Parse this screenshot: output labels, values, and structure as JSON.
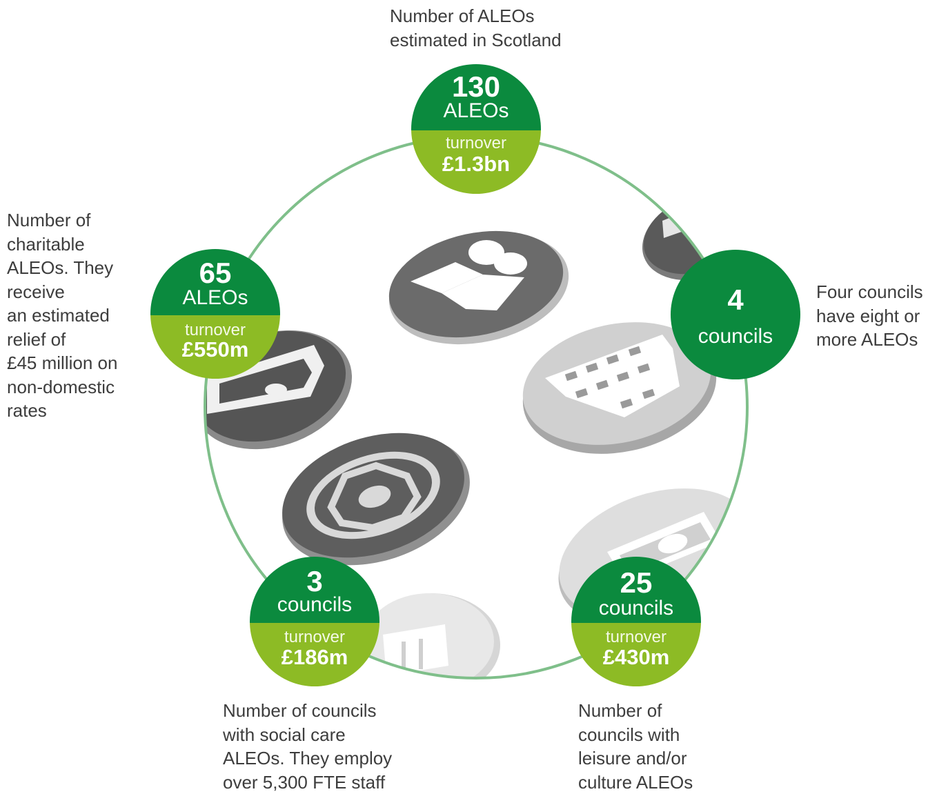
{
  "colors": {
    "dark_green": "#0b8a3e",
    "light_green": "#8dbb25",
    "ring": "#7fbf8a",
    "text": "#3d3d3d"
  },
  "badges": {
    "top": {
      "number": "130",
      "unit": "ALEOs",
      "turnover_label": "turnover",
      "turnover_value": "£1.3bn"
    },
    "left": {
      "number": "65",
      "unit": "ALEOs",
      "turnover_label": "turnover",
      "turnover_value": "£550m"
    },
    "right": {
      "number": "4",
      "unit": "councils"
    },
    "bottom_left": {
      "number": "3",
      "unit": "councils",
      "turnover_label": "turnover",
      "turnover_value": "£186m"
    },
    "bottom_right": {
      "number": "25",
      "unit": "councils",
      "turnover_label": "turnover",
      "turnover_value": "£430m"
    }
  },
  "captions": {
    "top": "Number of ALEOs\nestimated in Scotland",
    "left": "Number of\ncharitable\nALEOs. They\nreceive\nan estimated\nrelief of\n£45 million on\nnon-domestic\nrates",
    "right": "Four councils\nhave eight or\nmore ALEOs",
    "bottom_left": "Number of councils\nwith social care\nALEOs. They employ\nover 5,300 FTE staff",
    "bottom_right": "Number of\ncouncils with\nleisure and/or\nculture ALEOs"
  },
  "icons": [
    {
      "name": "people-icon"
    },
    {
      "name": "building-icon"
    },
    {
      "name": "gear-icon"
    },
    {
      "name": "money-icon"
    },
    {
      "name": "bus-icon"
    },
    {
      "name": "book-icon"
    },
    {
      "name": "partial-icon"
    }
  ]
}
